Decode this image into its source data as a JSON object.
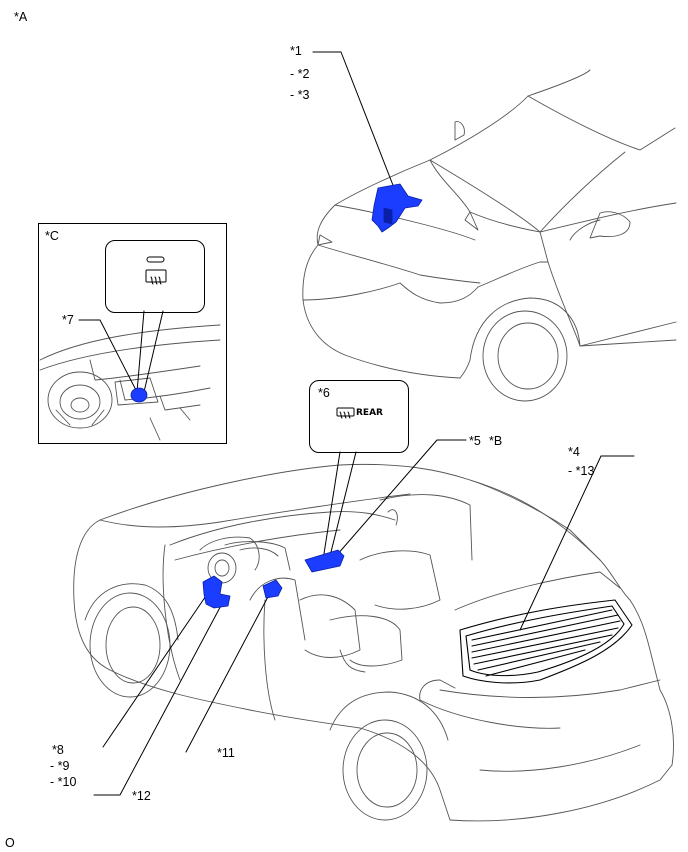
{
  "labels": {
    "view_a": "*A",
    "c1": "*1",
    "c2": "- *2",
    "c3": "- *3",
    "c4": "*4",
    "c13": "- *13",
    "c5": "*5",
    "cb": "*B",
    "c6": "*6",
    "c7": "*7",
    "cc": "*C",
    "c8": "*8",
    "c9": "- *9",
    "c10": "- *10",
    "c11": "*11",
    "c12": "*12",
    "footer": "O"
  },
  "switch_rear_text": "REAR",
  "colors": {
    "component": "#1a3dff",
    "component_dark": "#0a1fa8",
    "line": "#000000",
    "outline": "#555555"
  },
  "icons": [
    "front-defroster-icon",
    "rear-defroster-icon"
  ]
}
